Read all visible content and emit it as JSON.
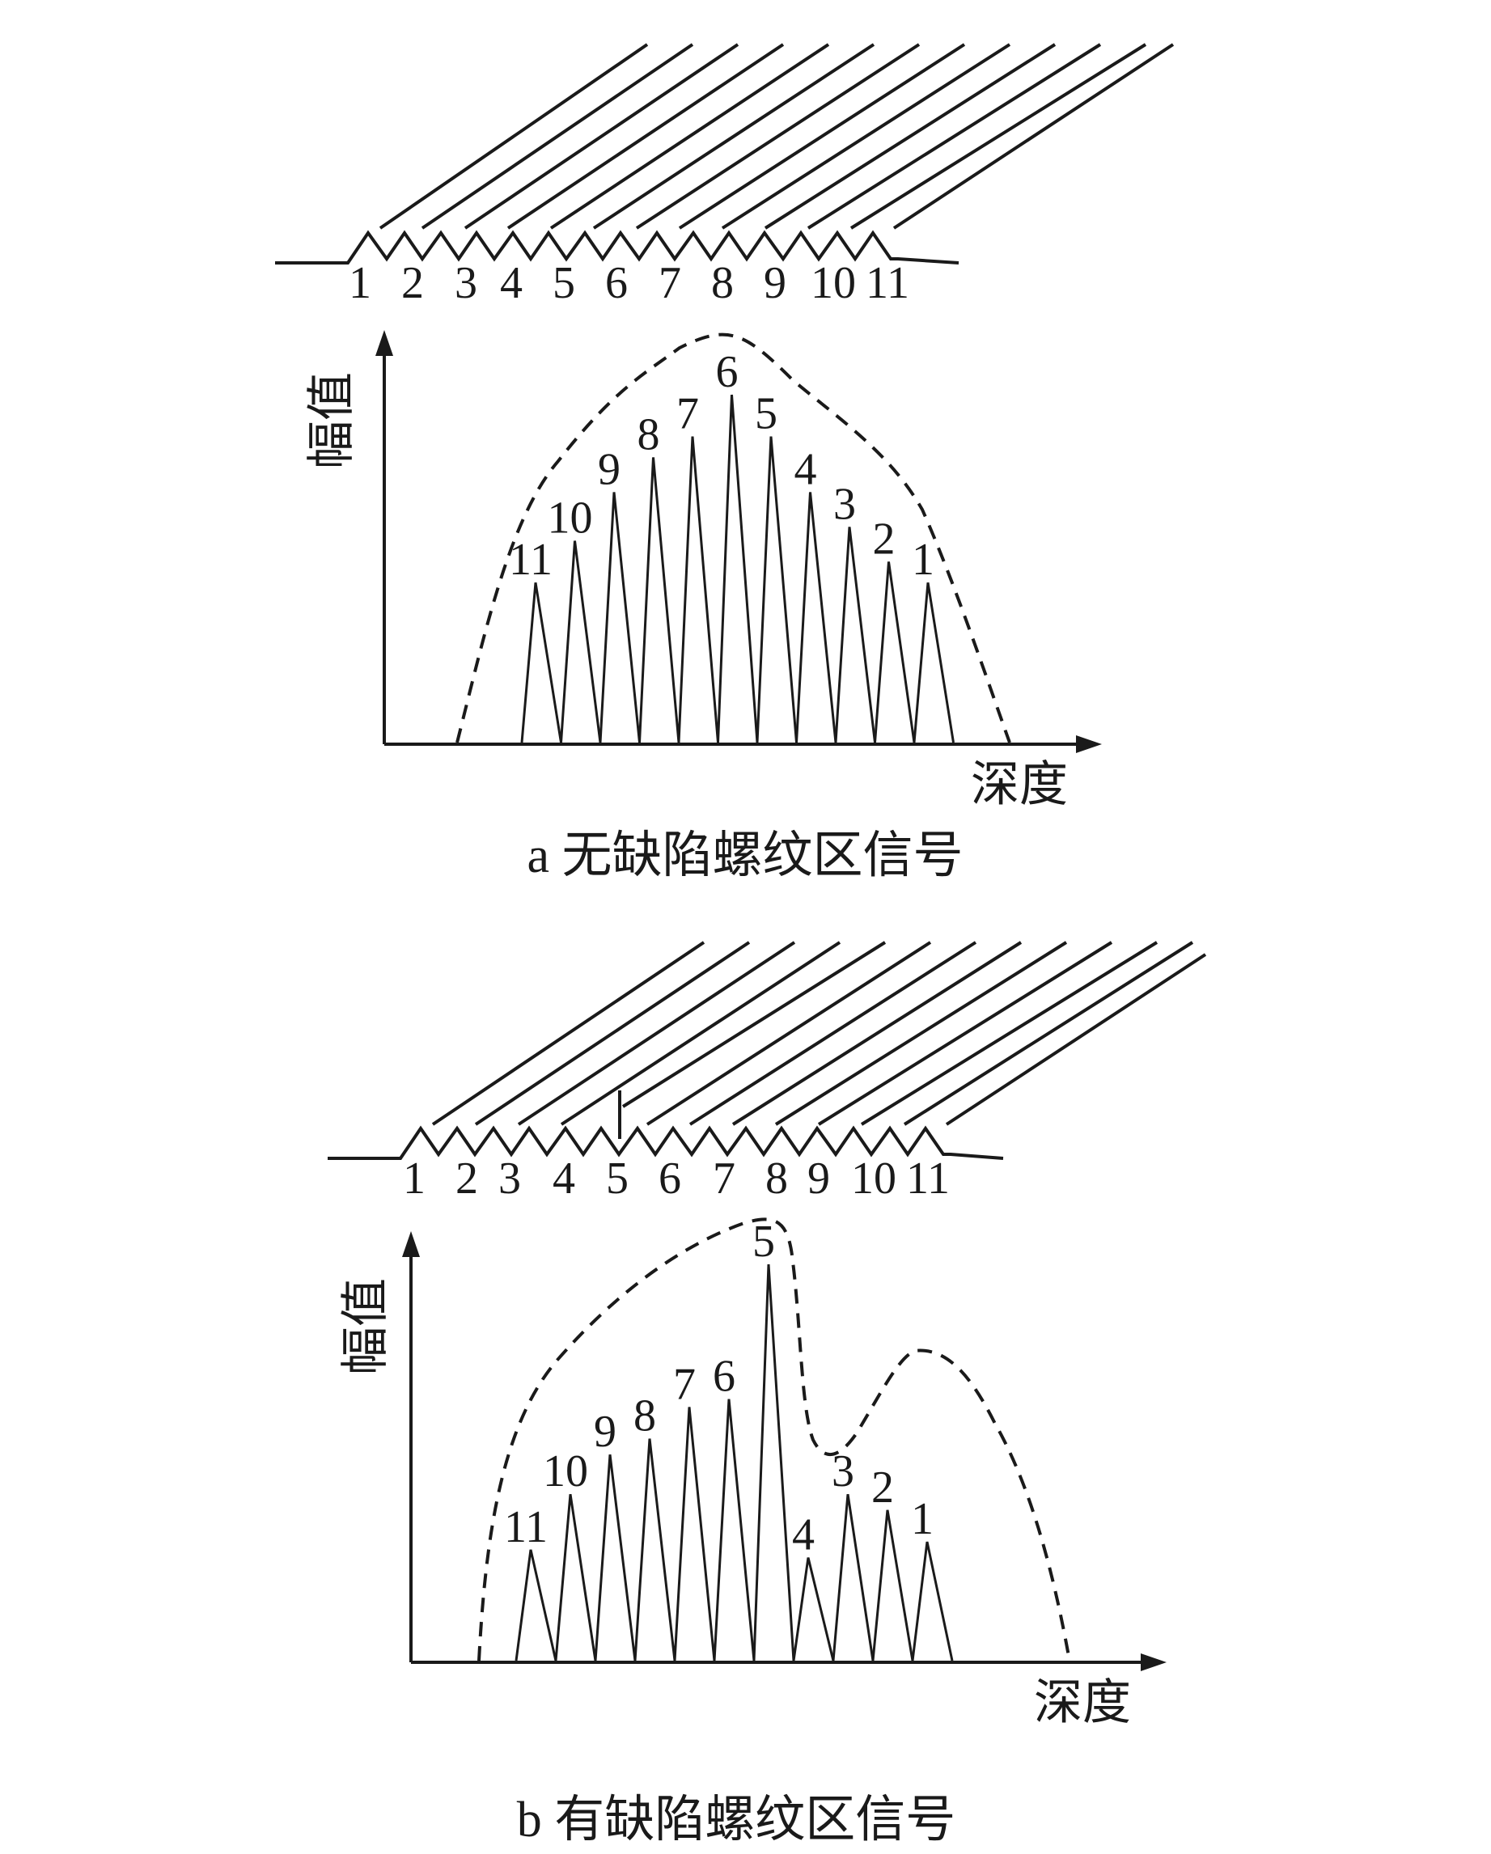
{
  "panel_a": {
    "thread_numbers": [
      "1",
      "2",
      "3",
      "4",
      "5",
      "6",
      "7",
      "8",
      "9",
      "10",
      "11"
    ],
    "y_axis_label": "幅值",
    "x_axis_label": "深度",
    "caption": "a  无缺陷螺纹区信号",
    "peaks": [
      {
        "label": "11",
        "amplitude": 0.46
      },
      {
        "label": "10",
        "amplitude": 0.58
      },
      {
        "label": "9",
        "amplitude": 0.72
      },
      {
        "label": "8",
        "amplitude": 0.82
      },
      {
        "label": "7",
        "amplitude": 0.88
      },
      {
        "label": "6",
        "amplitude": 1.0
      },
      {
        "label": "5",
        "amplitude": 0.88
      },
      {
        "label": "4",
        "amplitude": 0.72
      },
      {
        "label": "3",
        "amplitude": 0.62
      },
      {
        "label": "2",
        "amplitude": 0.52
      },
      {
        "label": "1",
        "amplitude": 0.46
      }
    ]
  },
  "panel_b": {
    "thread_numbers": [
      "1",
      "2",
      "3",
      "4",
      "5",
      "6",
      "7",
      "8",
      "9",
      "10",
      "11"
    ],
    "y_axis_label": "幅值",
    "x_axis_label": "深度",
    "caption": "b  有缺陷螺纹区信号",
    "peaks": [
      {
        "label": "11",
        "amplitude": 0.28
      },
      {
        "label": "10",
        "amplitude": 0.42
      },
      {
        "label": "9",
        "amplitude": 0.52
      },
      {
        "label": "8",
        "amplitude": 0.56
      },
      {
        "label": "7",
        "amplitude": 0.64
      },
      {
        "label": "6",
        "amplitude": 0.66
      },
      {
        "label": "5",
        "amplitude": 1.0
      },
      {
        "label": "4",
        "amplitude": 0.26
      },
      {
        "label": "3",
        "amplitude": 0.42
      },
      {
        "label": "2",
        "amplitude": 0.38
      },
      {
        "label": "1",
        "amplitude": 0.3
      }
    ]
  }
}
